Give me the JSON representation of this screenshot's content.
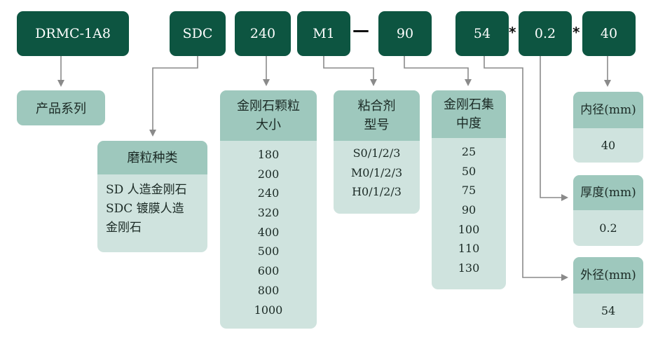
{
  "codes": [
    "DRMC-1A8",
    "SDC",
    "240",
    "M1",
    "90",
    "54",
    "0.2",
    "40"
  ],
  "separators": {
    "dash": "—",
    "times_1": "*",
    "times_2": "*"
  },
  "series_label": "产品系列",
  "abrasive": {
    "title": "磨粒种类",
    "lines": [
      "SD 人造金刚石",
      "SDC 镀膜人造",
      "金刚石"
    ]
  },
  "grit": {
    "title_line1": "金刚石颗粒",
    "title_line2": "大小",
    "values": [
      "180",
      "200",
      "240",
      "320",
      "400",
      "500",
      "600",
      "800",
      "1000"
    ]
  },
  "bond": {
    "title_line1": "粘合剂",
    "title_line2": "型号",
    "values": [
      "S0/1/2/3",
      "M0/1/2/3",
      "H0/1/2/3"
    ]
  },
  "concentration": {
    "title_line1": "金刚石集",
    "title_line2": "中度",
    "values": [
      "25",
      "50",
      "75",
      "90",
      "100",
      "110",
      "130"
    ]
  },
  "inner_diameter": {
    "title": "内径(mm)",
    "value": "40"
  },
  "thickness": {
    "title": "厚度(mm)",
    "value": "0.2"
  },
  "outer_diameter": {
    "title": "外径(mm)",
    "value": "54"
  },
  "colors": {
    "dark_green": "#0d5541",
    "mid_green": "#9ec8bd",
    "light_green": "#cfe3de",
    "line_gray": "#8a8a8a"
  }
}
